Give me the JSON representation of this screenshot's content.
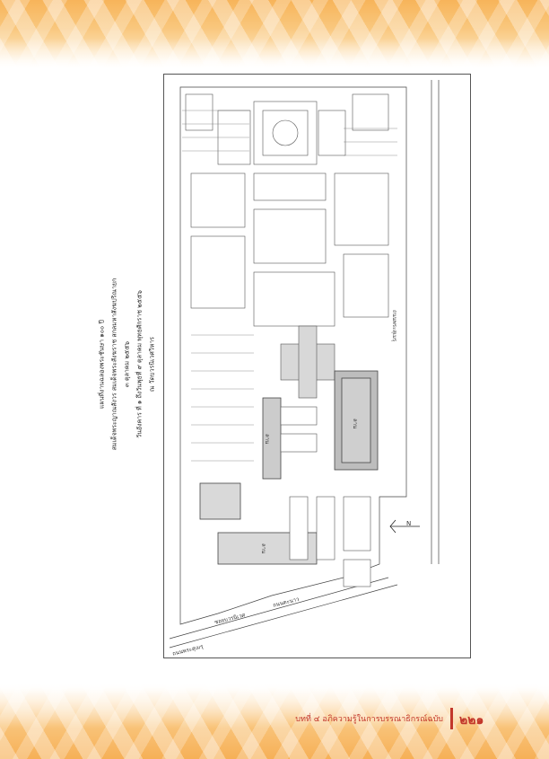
{
  "title_block": {
    "line1": "แผนที่งานฉลองพระชันษา ๑๐๐ ปี",
    "line2": "สมเด็จพระญาณสังวร สมเด็จพระสังฆราช สกลมหาสังฆปริณายก",
    "line3": "๓ ตุลาคม ๒๕๕๖",
    "line4": "วันอังคาร ที่ ๑ ถึงวันพุธที่ ๙ ตุลาคม พุทธศักราช ๒๕๕๖",
    "line5": "ณ วัดบวรนิเวศวิหาร"
  },
  "map": {
    "road_right": "ถนนพระสุเมรุ",
    "road_bottom_1": "ถนนพระสุเมรุ",
    "road_bottom_2": "ซอยบวรนิเวศ",
    "road_bottom_3": "ถนนตะนาว",
    "lot_1": "ลาน",
    "lot_2": "ลาน",
    "lot_3": "ลาน",
    "north_mark": "N"
  },
  "footer": {
    "chapter_text": "บทที่ ๔ อภิความรู้ในการบรรณาธิกรณ์ฉบับ",
    "page_number": "๒๒๑",
    "accent_color": "#c2372b"
  }
}
